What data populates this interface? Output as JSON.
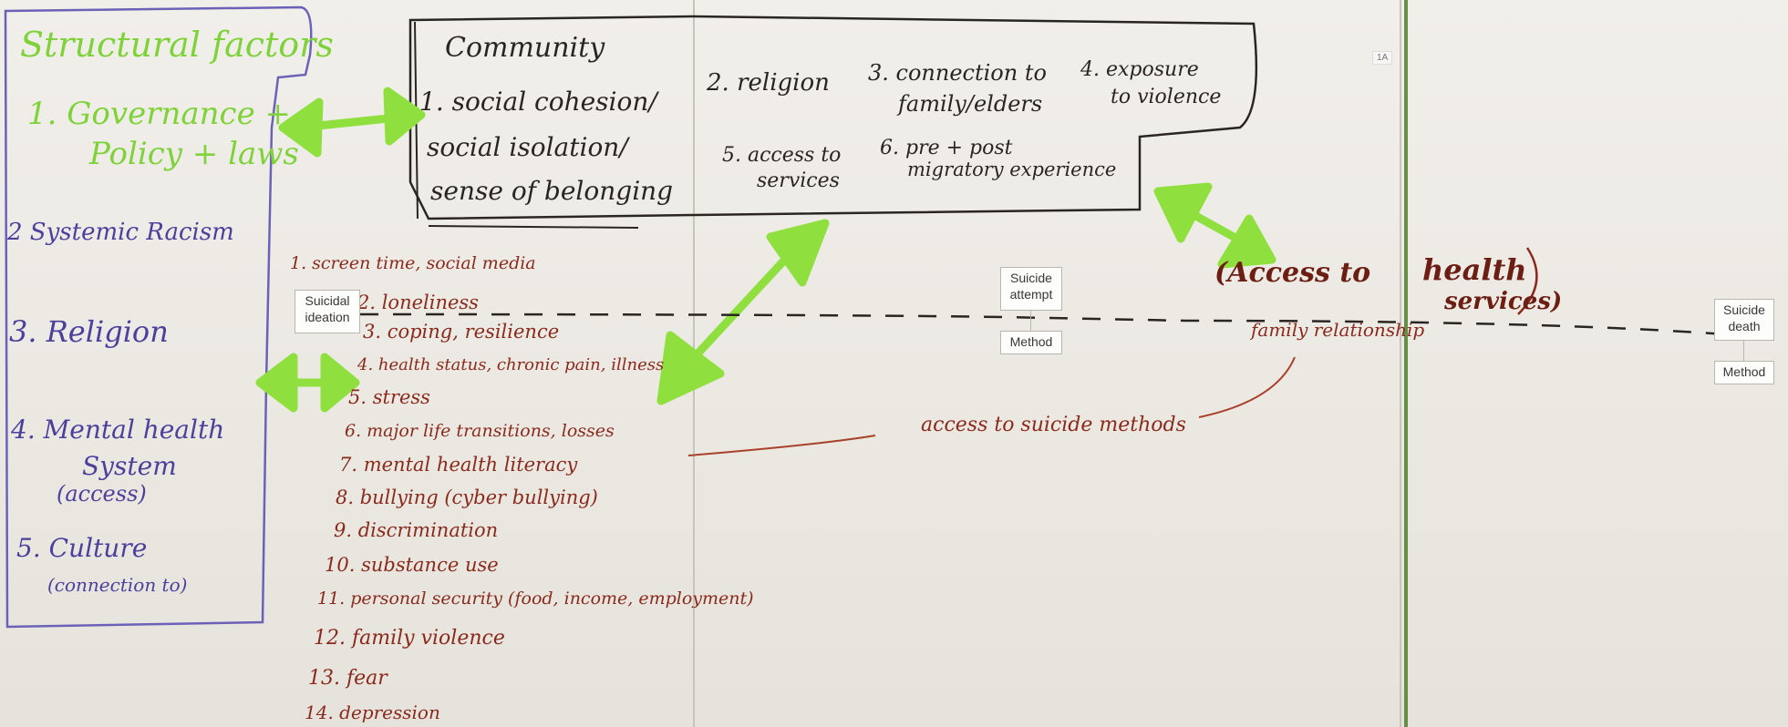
{
  "structural": {
    "title": "Structural factors",
    "items": [
      {
        "text": "1. Governance +"
      },
      {
        "text": "Policy + laws"
      },
      {
        "text": "2 Systemic Racism"
      },
      {
        "text": "3. Religion"
      },
      {
        "text": "4. Mental health"
      },
      {
        "text": "System"
      },
      {
        "text": "(access)"
      },
      {
        "text": "5. Culture"
      },
      {
        "text": "(connection to)"
      }
    ]
  },
  "community": {
    "title": "Community",
    "items": [
      {
        "text": "1. social cohesion/"
      },
      {
        "text": "social isolation/"
      },
      {
        "text": "sense of belonging"
      },
      {
        "text": "2. religion"
      },
      {
        "text": "3. connection to"
      },
      {
        "text": "family/elders"
      },
      {
        "text": "4. exposure"
      },
      {
        "text": "to violence"
      },
      {
        "text": "5. access to"
      },
      {
        "text": "services"
      },
      {
        "text": "6. pre + post"
      },
      {
        "text": "migratory experience"
      }
    ]
  },
  "individual": {
    "items": [
      {
        "text": "1. screen time, social media"
      },
      {
        "text": "2. loneliness"
      },
      {
        "text": "3. coping, resilience"
      },
      {
        "text": "4. health status, chronic pain, illness"
      },
      {
        "text": "5. stress"
      },
      {
        "text": "6. major life transitions, losses"
      },
      {
        "text": "7. mental health literacy"
      },
      {
        "text": "8. bullying (cyber bullying)"
      },
      {
        "text": "9. discrimination"
      },
      {
        "text": "10. substance use"
      },
      {
        "text": "11. personal security (food, income, employment)"
      },
      {
        "text": "12. family violence"
      },
      {
        "text": "13. fear"
      },
      {
        "text": "14. depression"
      }
    ]
  },
  "stickers": {
    "ideation_1": "Suicidal",
    "ideation_2": "ideation",
    "attempt_1": "Suicide",
    "attempt_2": "attempt",
    "attempt_method": "Method",
    "death_1": "Suicide",
    "death_2": "death",
    "death_method": "Method",
    "sheet_tag": "1A"
  },
  "notes": {
    "access_health_1": "(Access to",
    "access_health_2": "health",
    "access_health_3": "services)",
    "family_relationship": "family relationship",
    "access_methods": "access to suicide methods"
  },
  "colors": {
    "structural_ink": "#4d3f9c",
    "governance_ink": "#7fd23a",
    "community_ink": "#2a2522",
    "individual_ink": "#8a2a1c",
    "arrow_green": "#8fe03f",
    "divider_green": "#4f7f2a"
  }
}
